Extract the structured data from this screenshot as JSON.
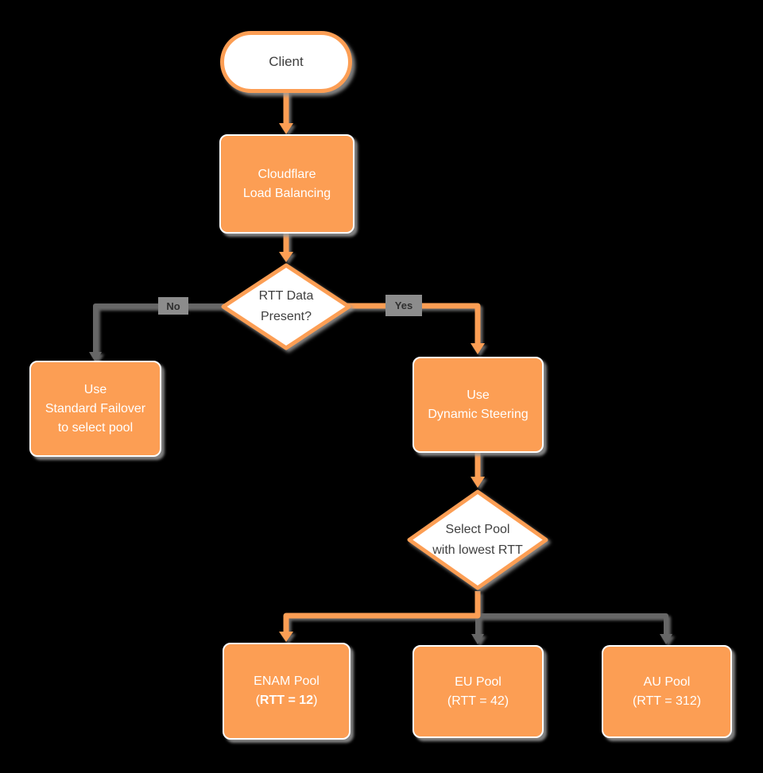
{
  "colors": {
    "background": "#000000",
    "node_orange": "#FC9E54",
    "connector_gray": "#666666",
    "shadow_gray": "#999999",
    "node_text_white": "#FFFFFF",
    "node_text_dark": "#3F3F3F",
    "edge_label_bg": "#8C8C8C",
    "edge_label_text": "#2F2F2F"
  },
  "nodes": {
    "client": {
      "label": "Client"
    },
    "cloudflare": {
      "line1": "Cloudflare",
      "line2": "Load Balancing"
    },
    "rtt_decision": {
      "line1": "RTT Data",
      "line2": "Present?"
    },
    "standard_failover": {
      "line1": "Use",
      "line2": "Standard Failover",
      "line3": "to select pool"
    },
    "dynamic_steering": {
      "line1": "Use",
      "line2": "Dynamic Steering"
    },
    "select_pool": {
      "line1": "Select Pool",
      "line2": "with lowest RTT"
    },
    "enam_pool": {
      "line1": "ENAM Pool",
      "line2_prefix": "(",
      "line2_bold": "RTT = 12",
      "line2_suffix": ")"
    },
    "eu_pool": {
      "line1": "EU Pool",
      "line2": "(RTT = 42)"
    },
    "au_pool": {
      "line1": "AU Pool",
      "line2": "(RTT = 312)"
    }
  },
  "edge_labels": {
    "no": "No",
    "yes": "Yes"
  }
}
